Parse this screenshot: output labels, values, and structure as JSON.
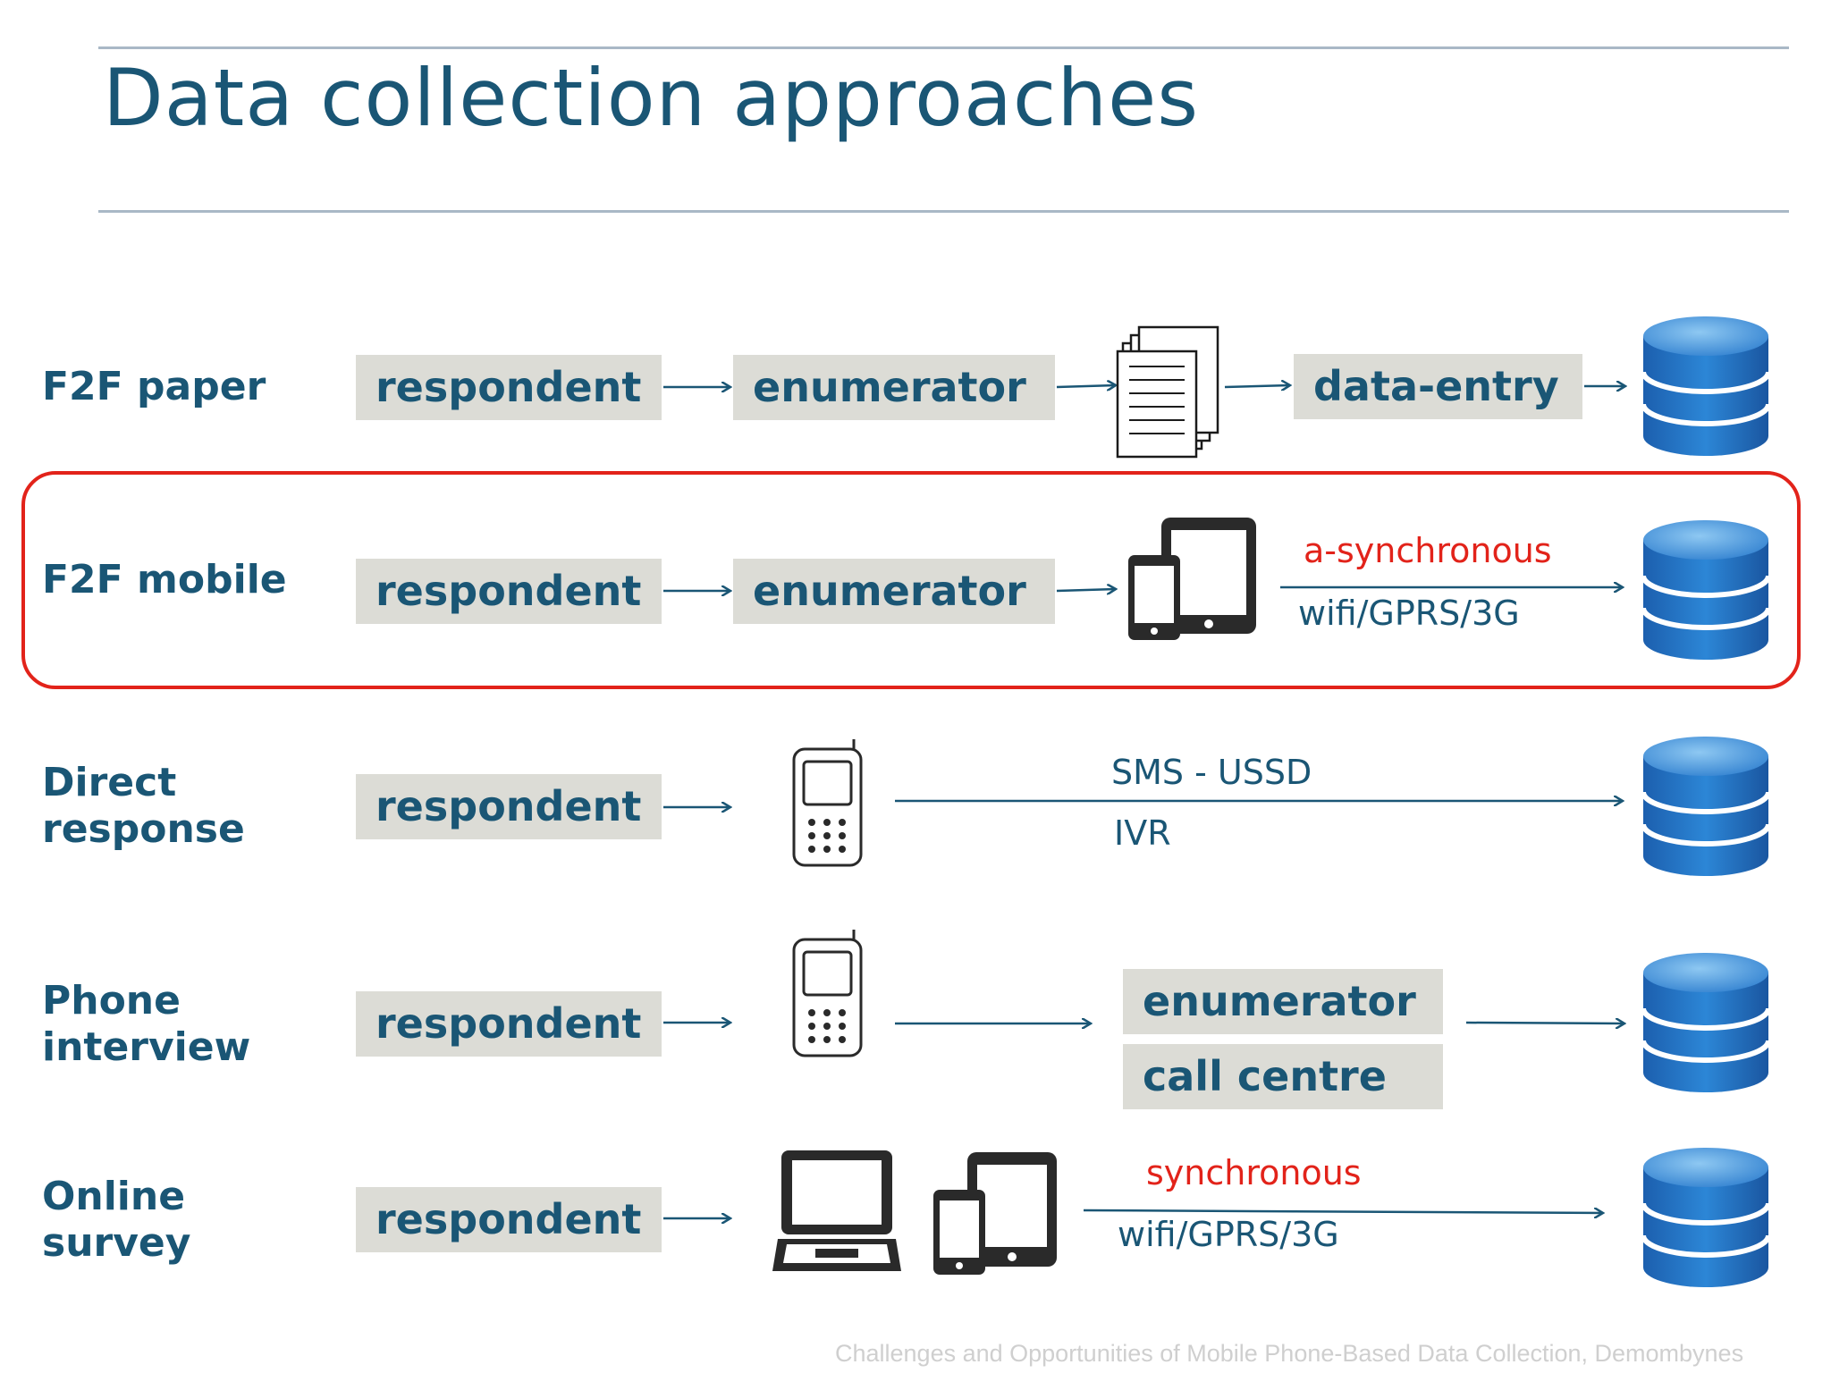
{
  "title": "Data collection approaches",
  "rows": {
    "f2f_paper": {
      "label": "F2F paper",
      "respondent": "respondent",
      "enumerator": "enumerator",
      "data_entry": "data-entry"
    },
    "f2f_mobile": {
      "label": "F2F mobile",
      "respondent": "respondent",
      "enumerator": "enumerator",
      "channel_top": "a-synchronous",
      "channel_bottom": "wifi/GPRS/3G"
    },
    "direct_response": {
      "label_line1": "Direct",
      "label_line2": "response",
      "respondent": "respondent",
      "channel_top": "SMS - USSD",
      "channel_bottom": "IVR"
    },
    "phone_interview": {
      "label_line1": "Phone",
      "label_line2": "interview",
      "respondent": "respondent",
      "enumerator": "enumerator",
      "call_centre": "call centre"
    },
    "online_survey": {
      "label_line1": "Online",
      "label_line2": "survey",
      "respondent": "respondent",
      "channel_top": "synchronous",
      "channel_bottom": "wifi/GPRS/3G"
    }
  },
  "footer": "Challenges and Opportunities of Mobile Phone-Based Data Collection, Demombynes",
  "colors": {
    "title": "#1a5675",
    "box": "#dcdcd6",
    "highlight": "#e2231a",
    "db_blue": "#1f6fc0"
  },
  "icons": [
    "paper-stack-icon",
    "tablet-phone-icon",
    "feature-phone-icon",
    "laptop-icon",
    "database-icon"
  ]
}
